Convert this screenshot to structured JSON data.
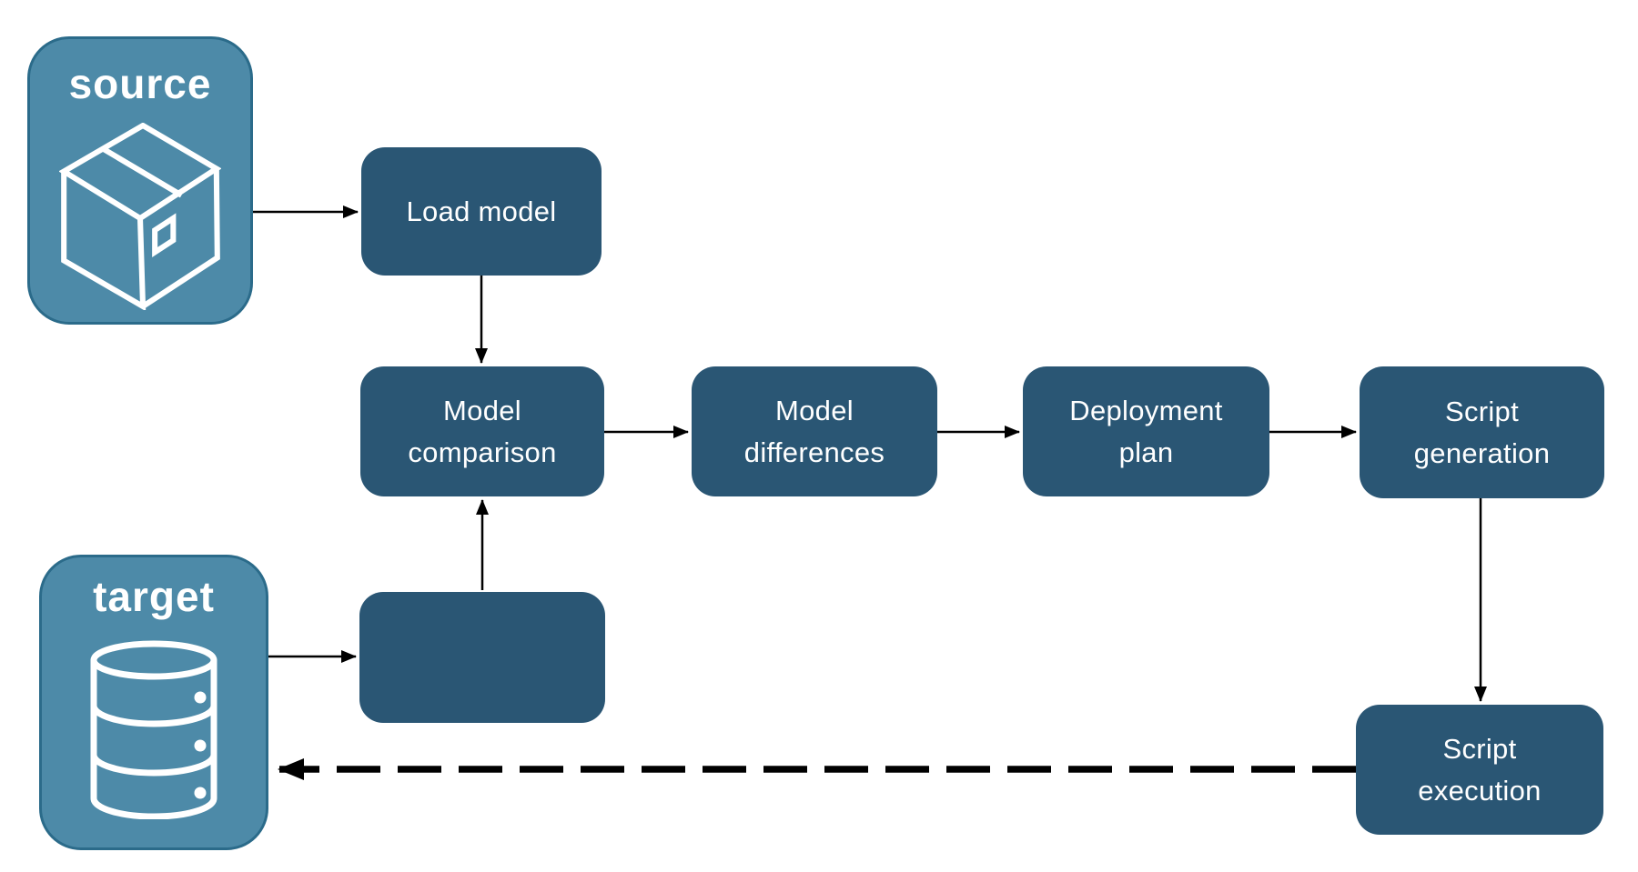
{
  "diagram": {
    "colors": {
      "background": "#FFFFFF",
      "process_fill": "#2A5674",
      "endpoint_fill": "#4D8AA8",
      "endpoint_border": "#2B6B8A",
      "connector": "#000000",
      "label_text": "#FFFFFF"
    },
    "nodes": {
      "source": {
        "label": "source",
        "icon": "package-icon",
        "type": "endpoint"
      },
      "target": {
        "label": "target",
        "icon": "database-icon",
        "type": "endpoint"
      },
      "load_model": {
        "label": "Load model",
        "type": "process"
      },
      "model_comparison": {
        "label": "Model\ncomparison",
        "type": "process"
      },
      "model_differences": {
        "label": "Model\ndifferences",
        "type": "process"
      },
      "deployment_plan": {
        "label": "Deployment\nplan",
        "type": "process"
      },
      "script_generation": {
        "label": "Script\ngeneration",
        "type": "process"
      },
      "script_execution": {
        "label": "Script\nexecution",
        "type": "process"
      }
    },
    "edges": [
      {
        "from": "source",
        "to": "load_model",
        "style": "solid-arrow"
      },
      {
        "from": "load_model",
        "to": "model_comparison",
        "style": "solid-arrow"
      },
      {
        "from": "model_comparison",
        "to": "model_differences",
        "style": "solid-arrow"
      },
      {
        "from": "model_differences",
        "to": "deployment_plan",
        "style": "solid-arrow"
      },
      {
        "from": "deployment_plan",
        "to": "script_generation",
        "style": "solid-arrow"
      },
      {
        "from": "script_generation",
        "to": "script_execution",
        "style": "solid-arrow"
      },
      {
        "from": "target",
        "to": "reverse_engineer",
        "style": "solid-arrow"
      },
      {
        "from": "reverse_engineer",
        "to": "model_comparison",
        "style": "solid-arrow"
      },
      {
        "from": "script_execution",
        "to": "target",
        "style": "bold-dashed-arrow"
      }
    ]
  }
}
